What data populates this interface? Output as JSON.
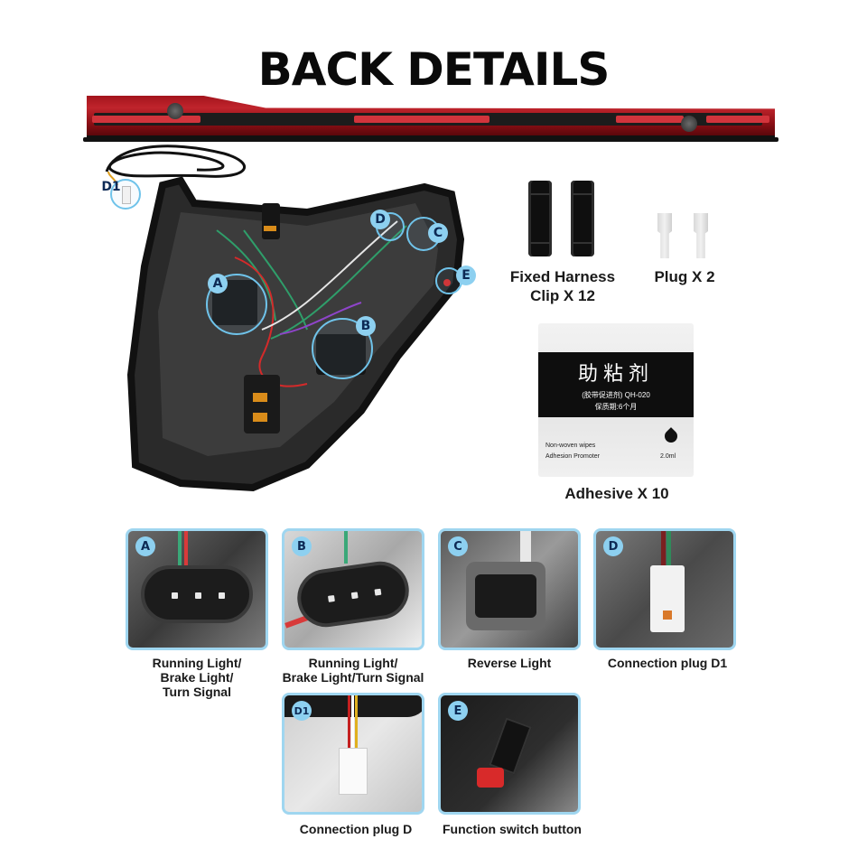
{
  "title": "BACK DETAILS",
  "colors": {
    "accent_blue": "#8dd0f0",
    "ring_blue": "#6fc3ea",
    "light_bar_red": "#b01c24",
    "text": "#1a1a1a"
  },
  "main_image": {
    "light_bar_callout": "D1",
    "housing_callouts": [
      "A",
      "B",
      "C",
      "D",
      "E"
    ]
  },
  "accessories": [
    {
      "id": "harness-clip",
      "label_line1": "Fixed Harness",
      "label_line2": "Clip X 12"
    },
    {
      "id": "plug",
      "label": "Plug X 2"
    },
    {
      "id": "adhesive",
      "label": "Adhesive X 10"
    }
  ],
  "adhesive_packet": {
    "cn_title": "助粘剂",
    "cn_sub": "(胶带促进剂) QH-020",
    "cn_shelf": "保质期:6个月",
    "en_line1": "Non-woven wipes",
    "en_line2": "Adhesion Promoter",
    "volume": "2.0ml"
  },
  "details": [
    {
      "badge": "A",
      "label_lines": [
        "Running Light/",
        "Brake Light/",
        "Turn Signal"
      ]
    },
    {
      "badge": "B",
      "label_lines": [
        "Running Light/",
        "Brake Light/Turn Signal"
      ]
    },
    {
      "badge": "C",
      "label_lines": [
        "Reverse Light"
      ]
    },
    {
      "badge": "D",
      "label_lines": [
        "Connection plug D1"
      ]
    },
    {
      "badge": "D1",
      "label_lines": [
        "Connection plug D"
      ]
    },
    {
      "badge": "E",
      "label_lines": [
        "Function switch button"
      ]
    }
  ]
}
